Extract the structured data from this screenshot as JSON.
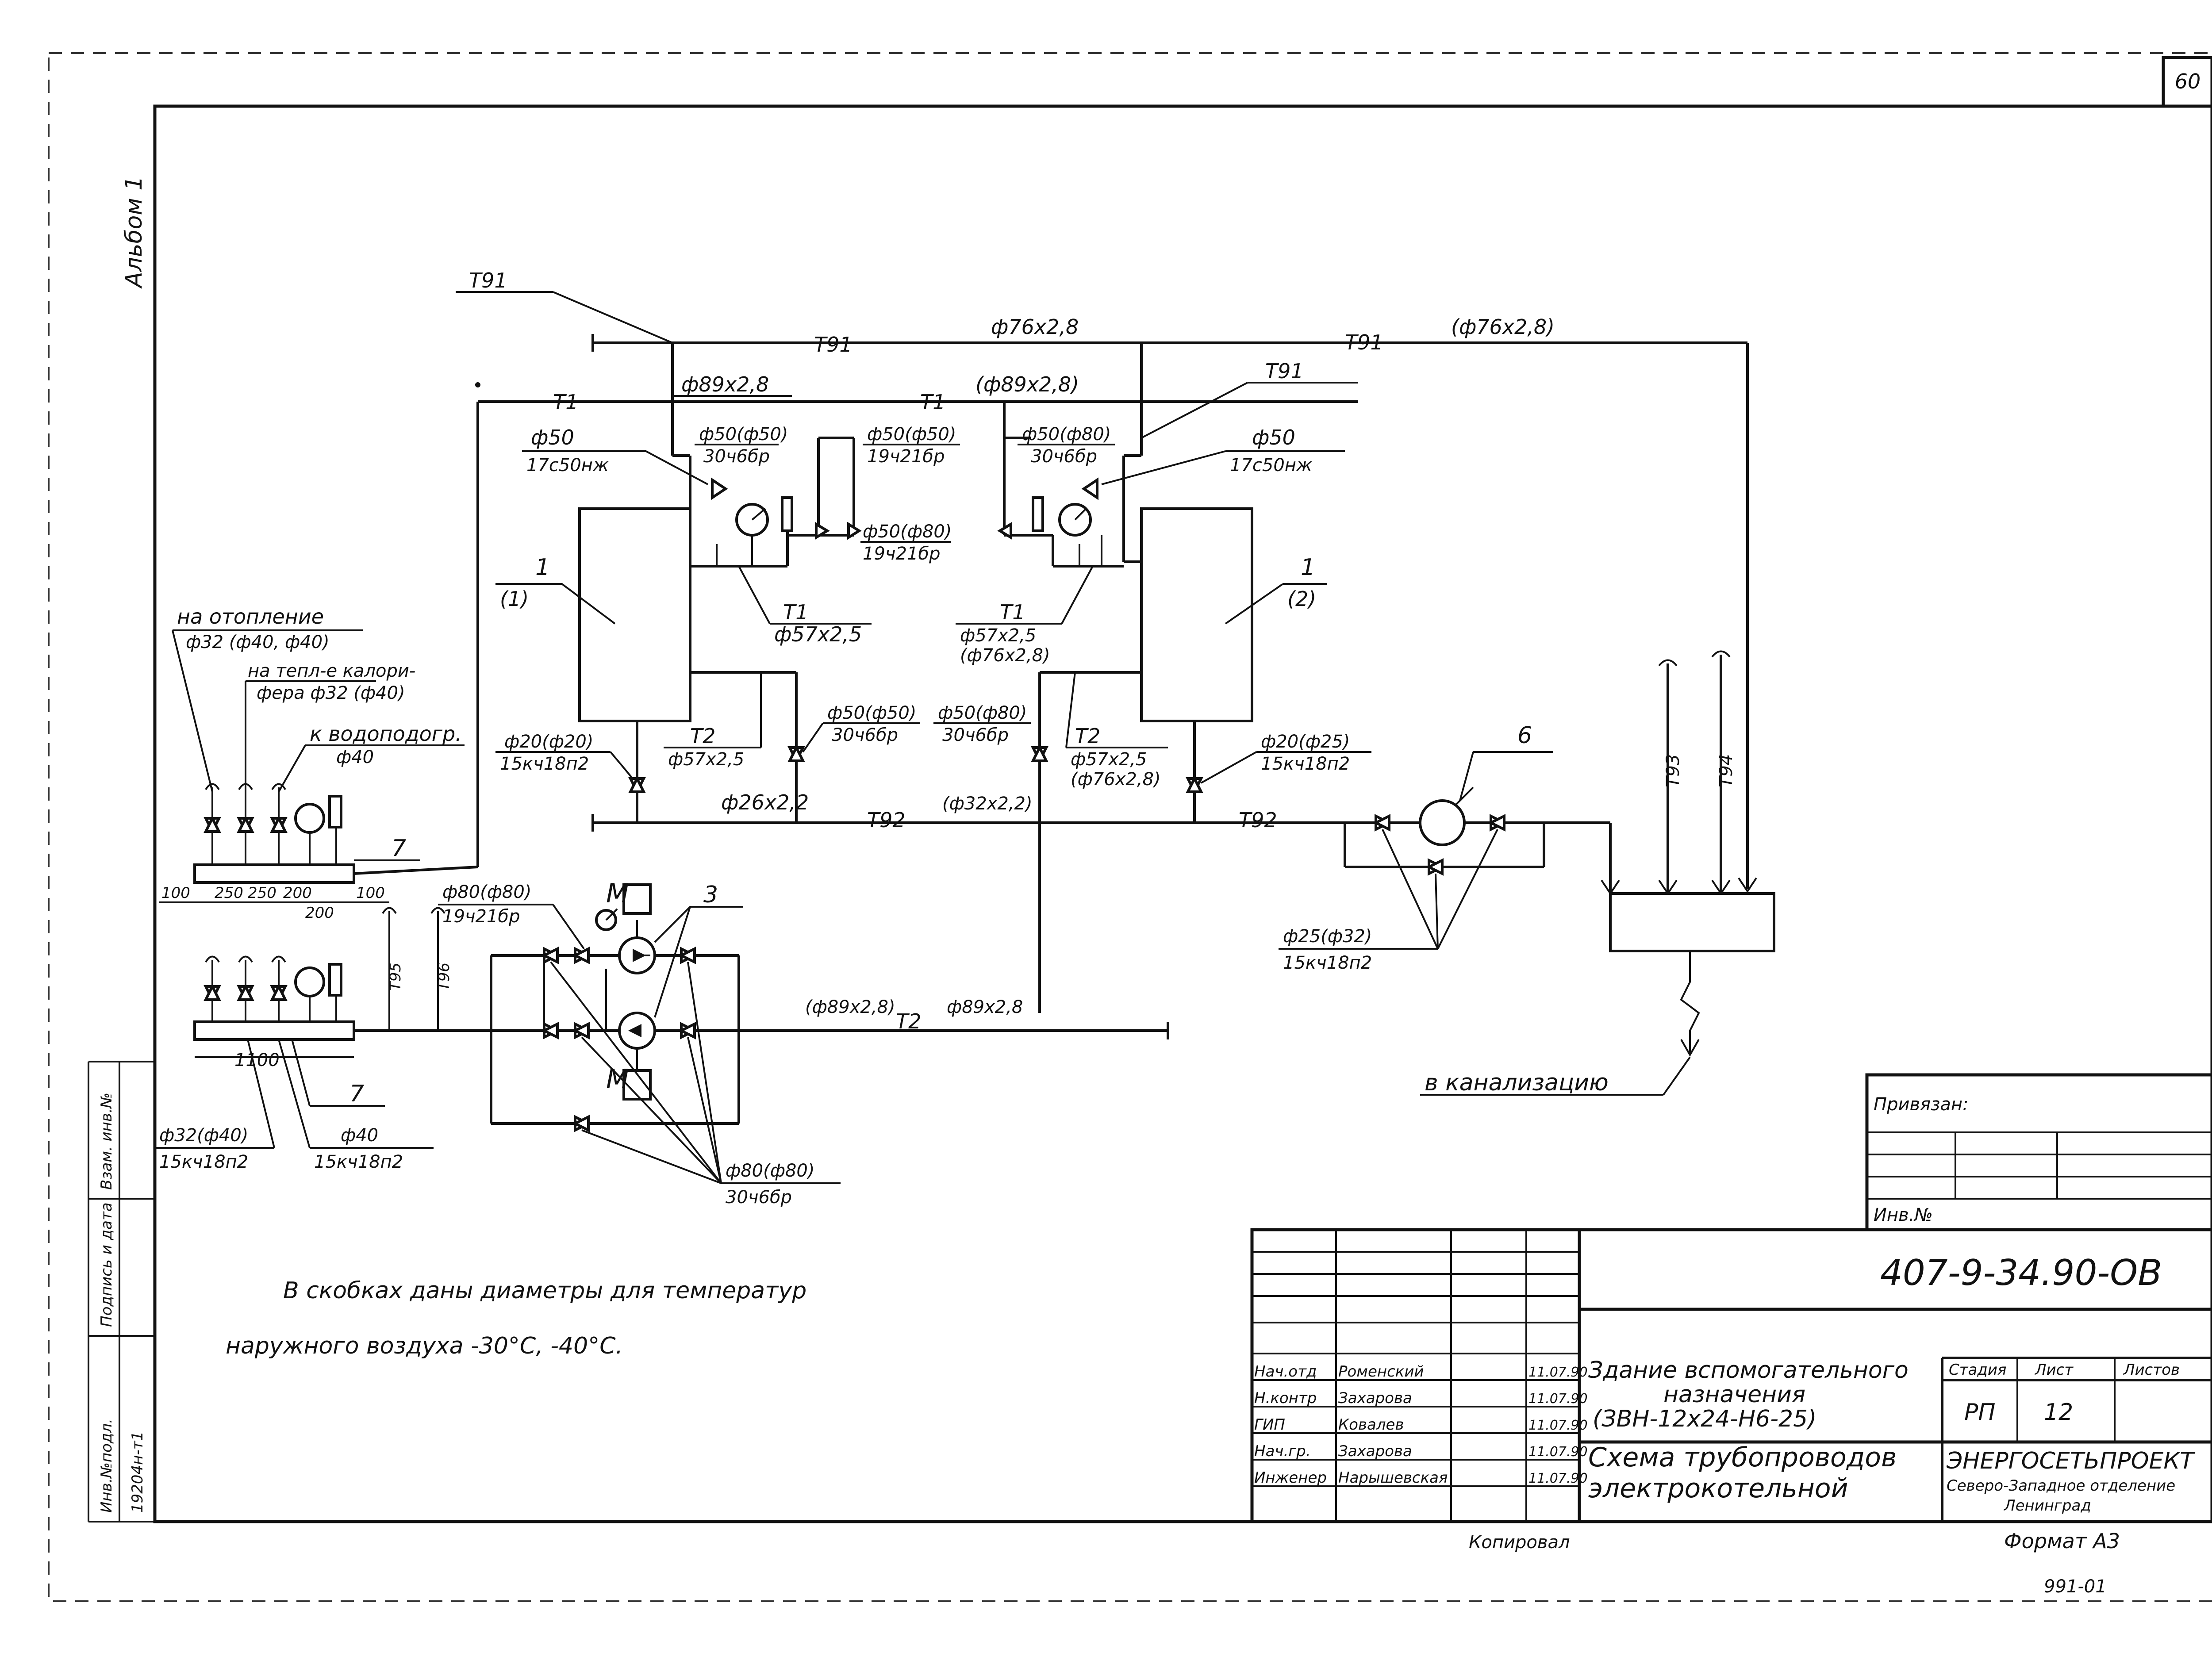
{
  "sheet_number": "60",
  "album_label": "Альбом 1",
  "lines": {
    "tg1_top": "Т91",
    "tg1_a": "Т91",
    "tg1_b": "Т91",
    "tg1_c": "Т91",
    "t1_a": "Т1",
    "t1_b": "Т1",
    "t1_c": "Т1",
    "t1_d": "Т1",
    "tg2_a": "Т92",
    "tg2_b": "Т92",
    "t2_a": "Т2",
    "t2_b": "Т2",
    "t2_c": "Т2",
    "t93": "Т93",
    "t94": "Т94",
    "t95": "Т95",
    "t96": "Т96"
  },
  "dimensions": {
    "d76": "ф76х2,8",
    "d76b": "(ф76х2,8)",
    "d89": "ф89х2,8",
    "d89b": "(ф89х2,8)",
    "d50a": "ф50",
    "v17a": "17с50нж",
    "d50b": "ф50(ф50)",
    "v30a": "30ч6бр",
    "d50c": "ф50(ф50)",
    "v19a": "19ч21бр",
    "d50d": "ф50(ф80)",
    "v19b": "19ч21бр",
    "d50e": "ф50(ф80)",
    "v30b": "30ч6бр",
    "d50f": "ф50",
    "v17b": "17с50нж",
    "d57a": "ф57х2,5",
    "d57b": "ф57х2,5",
    "d76c": "(ф76х2,8)",
    "d20a": "ф20(ф20)",
    "v15a": "15кч18п2",
    "d57c": "ф57х2,5",
    "d50g": "ф50(ф50)",
    "v30c": "30ч6бр",
    "d50h": "ф50(ф80)",
    "v30d": "30ч6бр",
    "d57d": "ф57х2,5",
    "d76d": "(ф76х2,8)",
    "d20b": "ф20(ф25)",
    "v15b": "15кч18п2",
    "d26": "ф26х2,2",
    "d32": "(ф32х2,2)",
    "d80a": "ф80(ф80)",
    "v19c": "19ч21бр",
    "d89c": "(ф89х2,8)",
    "d89d": "ф89х2,8",
    "d25": "ф25(ф32)",
    "v15c": "15кч18п2",
    "d32b": "ф32(ф40)",
    "v15d": "15кч18п2",
    "d40": "ф40",
    "v15e": "15кч18п2",
    "d80b": "ф80(ф80)",
    "v30e": "30ч6бр"
  },
  "callouts": {
    "heating": "на отопление",
    "heating_dim": "ф32 (ф40, ф40)",
    "calorifer1": "на тепл-е калори-",
    "calorifer2": "фера ф32 (ф40)",
    "heater": "к водоподогр.",
    "heater_dim": "ф40",
    "sewer": "в канализацию",
    "n1": "1",
    "n1b": "(1)",
    "n2": "1",
    "n2b": "(2)",
    "n3": "3",
    "n6": "6",
    "n7a": "7",
    "n7b": "7",
    "m1": "М",
    "m2": "М"
  },
  "manifold": {
    "spacings": [
      "100",
      "250",
      "250",
      "200",
      "200",
      "100"
    ],
    "length": "1100"
  },
  "note": {
    "line1": "В скобках даны диаметры для температур",
    "line2": "наружного воздуха   -30°С, -40°С."
  },
  "title_block": {
    "doc_code": "407-9-34.90-ОВ",
    "tied": "Привязан:",
    "inv": "Инв.№",
    "roles": [
      {
        "role": "Нач.отд",
        "name": "Роменский",
        "date": "11.07.90"
      },
      {
        "role": "Н.контр",
        "name": "Захарова",
        "date": "11.07.90"
      },
      {
        "role": "ГИП",
        "name": "Ковалев",
        "date": "11.07.90"
      },
      {
        "role": "Нач.гр.",
        "name": "Захарова",
        "date": "11.07.90"
      },
      {
        "role": "Инженер",
        "name": "Нарышевская",
        "date": "11.07.90"
      }
    ],
    "building1": "Здание вспомогательного",
    "building2": "назначения",
    "building3": "(ЗВН-12х24-Н6-25)",
    "drawing1": "Схема трубопроводов",
    "drawing2": "электрокотельной",
    "stage_h": "Стадия",
    "sheet_h": "Лист",
    "sheets_h": "Листов",
    "stage": "РП",
    "sheet": "12",
    "org1": "ЭНЕРГОСЕТЬПРОЕКТ",
    "org2": "Северо-Западное отделение",
    "org3": "Ленинград"
  },
  "side_strip": {
    "inv_orig": "Инв.№подл.",
    "inv_orig_val": "19204н-т1",
    "sign_date": "Подпись и дата",
    "replace_inv": "Взам. инв.№"
  },
  "footer": {
    "copied": "Копировал",
    "format": "Формат А3",
    "archive": "991-01"
  }
}
